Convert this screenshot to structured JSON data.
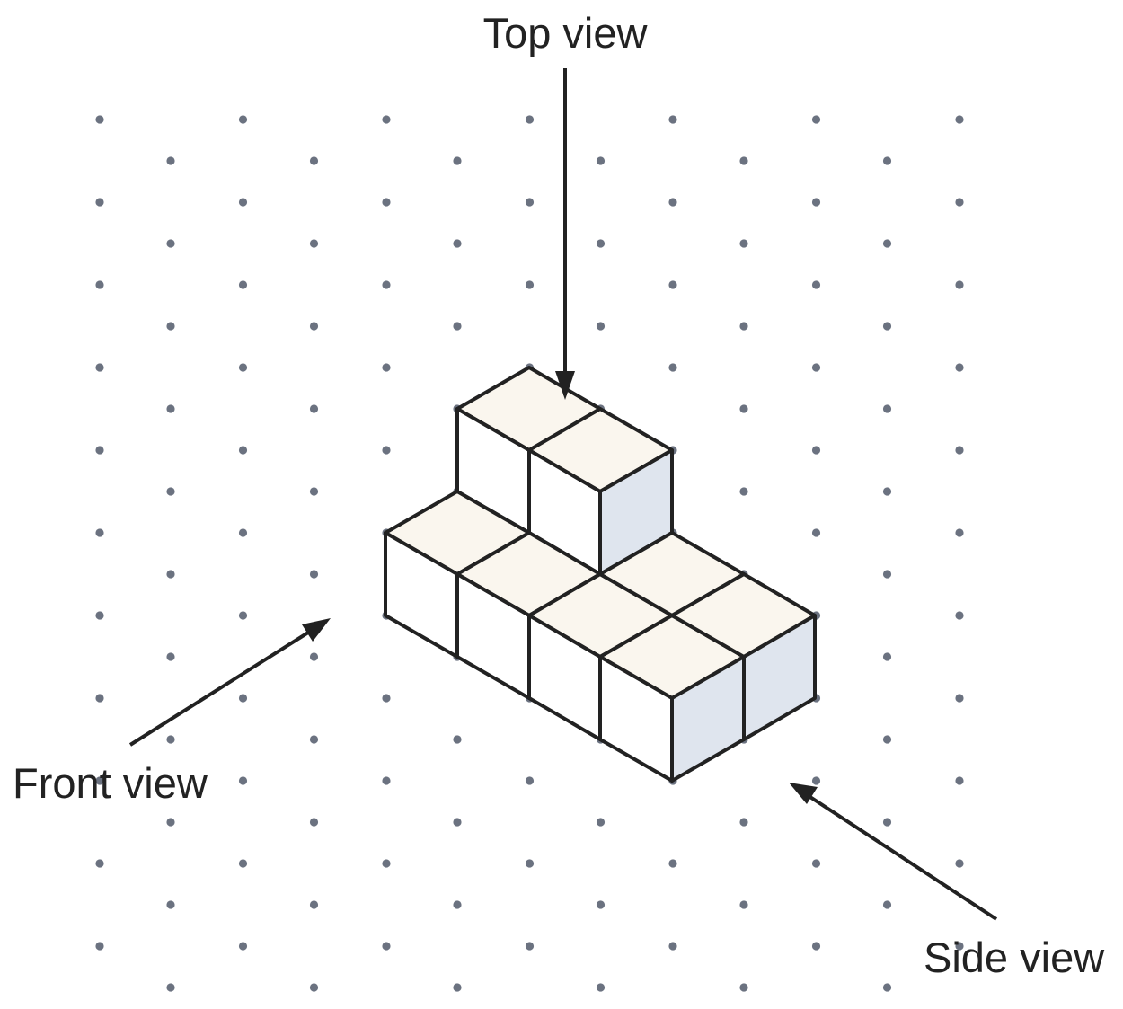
{
  "labels": {
    "top_view": "Top view",
    "front_view": "Front view",
    "side_view": "Side view"
  },
  "colors": {
    "background": "#ffffff",
    "grid_dot": "#6b7280",
    "outline": "#222222",
    "top_face": "#faf6ee",
    "front_face": "#ffffff",
    "side_face": "#dfe5ee",
    "arrow": "#222222",
    "label_text": "#222222"
  },
  "structure": {
    "description_units": "cube counts",
    "bottom_layer_cubes": 6,
    "top_layer_cubes": 2,
    "total_cubes": 8
  }
}
